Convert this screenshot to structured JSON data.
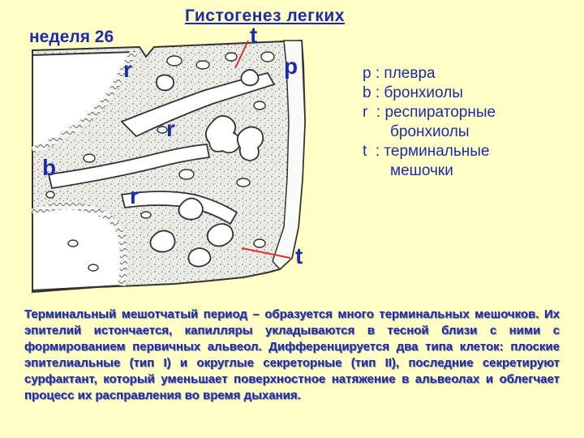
{
  "title": "Гистогенез легких",
  "week_label": "неделя 26",
  "diagram_labels": {
    "t_top": "t",
    "r_upper_left": "r",
    "p": "p",
    "r_middle": "r",
    "b": "b",
    "r_lower": "r",
    "t_bottom": "t"
  },
  "legend": [
    {
      "key": "p",
      "text": "плевра"
    },
    {
      "key": "b",
      "text": "бронхиолы"
    },
    {
      "key": "r",
      "text": "респираторные",
      "continuation": "бронхиолы"
    },
    {
      "key": "t",
      "text": "терминальные",
      "continuation": "мешочки"
    }
  ],
  "description": "Терминальный мешотчатый период – образуется много терминальных мешочков. Их эпителий истончается, капилляры укладываются в тесной близи с ними с формированием первичных альвеол. Дифференцируется два типа клеток: плоские эпителиальные (тип I) и округлые секреторные (тип II), последние секретируют сурфактант, который уменьшает поверхностное натяжение в альвеолах и облегчает процесс их расправления во время дыхания.",
  "colors": {
    "background": "#FFFFC6",
    "text": "#1E2BA8",
    "pointer": "#E0302A"
  }
}
